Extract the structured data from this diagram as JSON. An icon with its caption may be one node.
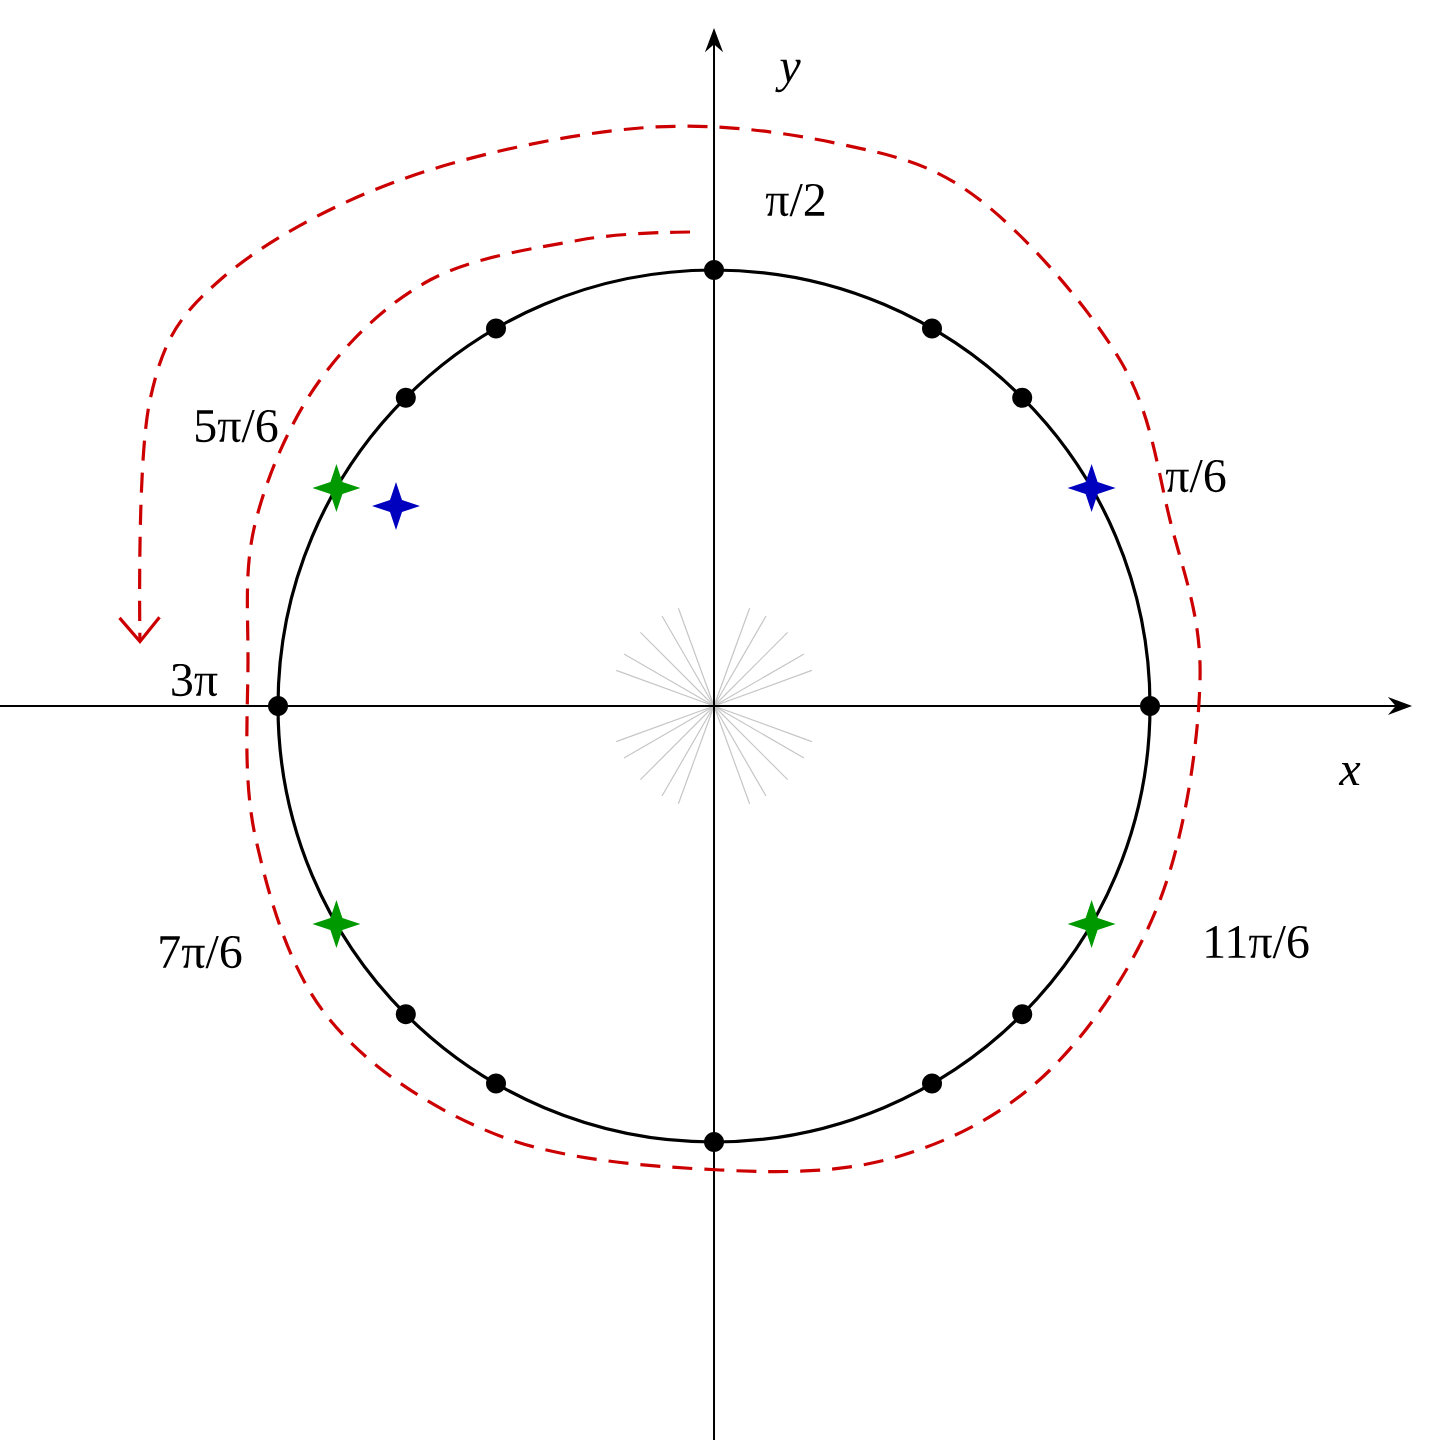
{
  "diagram": {
    "labels": [
      "y",
      "π/2",
      "5π/6",
      "π/6",
      "3π",
      "x",
      "7π/6",
      "11π/6"
    ]
  }
}
